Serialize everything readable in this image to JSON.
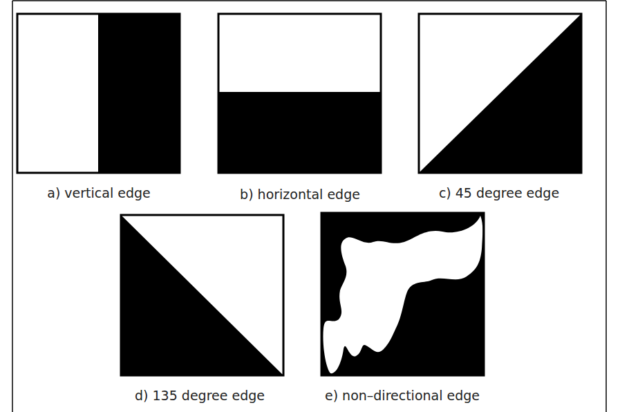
{
  "diagram": {
    "labels": [
      "a) vertical edge",
      "b) horizontal edge",
      "c) 45 degree edge",
      "d) 135 degree edge",
      "e) non–directional edge"
    ]
  }
}
